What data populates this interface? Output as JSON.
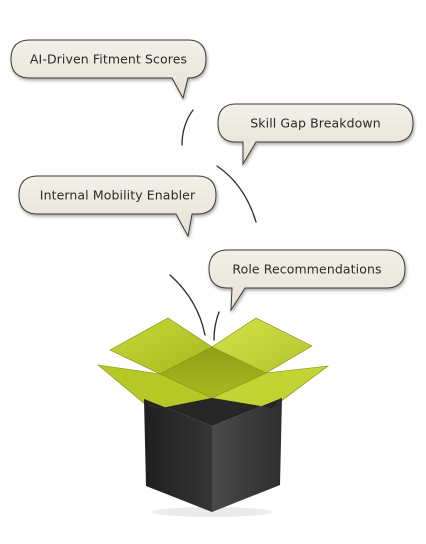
{
  "bubbles": [
    {
      "label": "AI-Driven Fitment Scores"
    },
    {
      "label": "Skill Gap Breakdown"
    },
    {
      "label": "Internal Mobility Enabler"
    },
    {
      "label": "Role Recommendations"
    }
  ],
  "colors": {
    "bubble_fill": "#ece8dd",
    "bubble_stroke": "#3a3a3a",
    "box_dark": "#2b2b2b",
    "box_side": "#3f3f3f",
    "flap_green": "#b9cc2b",
    "flap_green_dark": "#8fa012",
    "text": "#2a2a2a"
  }
}
